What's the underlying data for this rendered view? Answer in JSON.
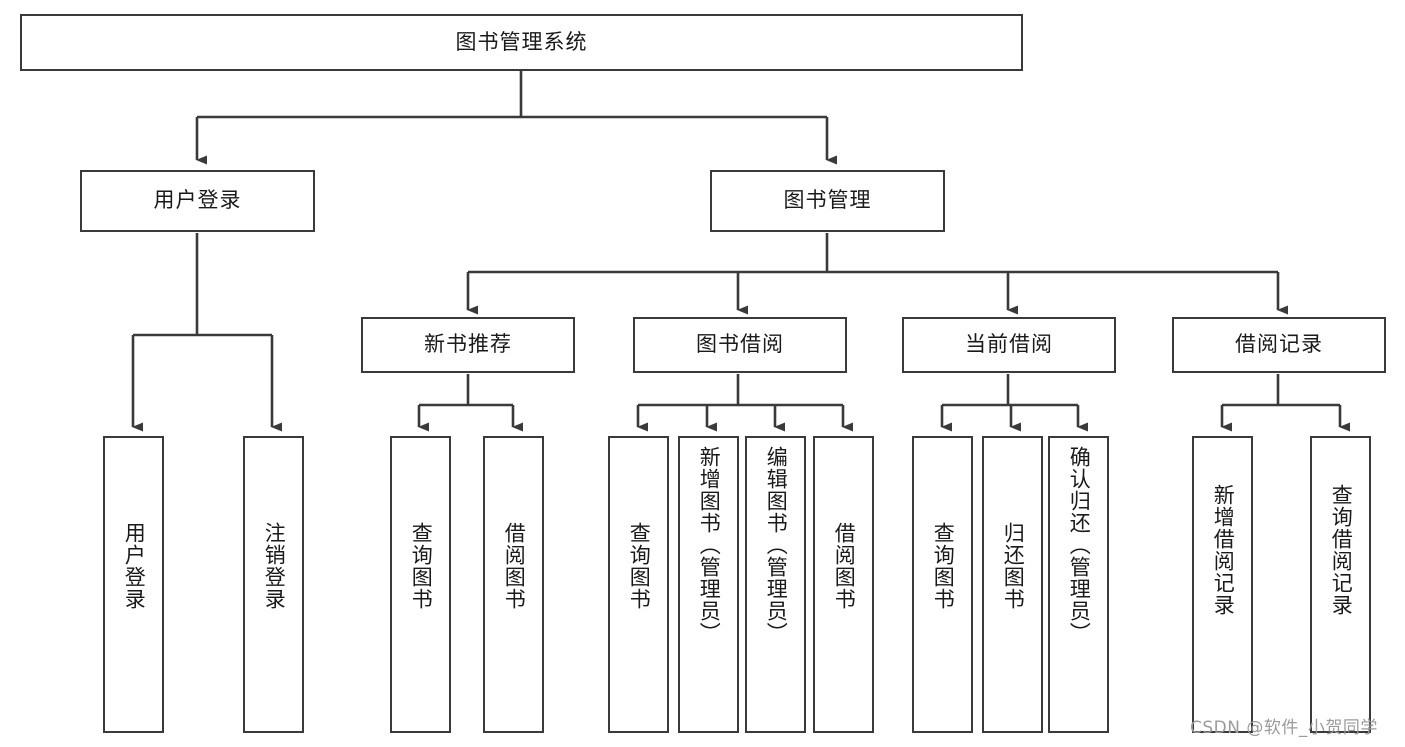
{
  "diagram": {
    "title": "图书管理系统",
    "watermark": "CSDN @软件_小贺同学",
    "colors": {
      "box_border": "#3a3a3a",
      "box_fill": "#ffffff",
      "edge": "#3a3a3a",
      "text": "#1a1a1a",
      "watermark": "#9b9b9b"
    },
    "levels": {
      "root": {
        "label": "图书管理系统"
      },
      "level2": [
        {
          "label": "用户登录"
        },
        {
          "label": "图书管理"
        }
      ],
      "level3": [
        {
          "label": "新书推荐"
        },
        {
          "label": "图书借阅"
        },
        {
          "label": "当前借阅"
        },
        {
          "label": "借阅记录"
        }
      ],
      "leaves": [
        {
          "label": "用户登录",
          "parent": "用户登录"
        },
        {
          "label": "注销登录",
          "parent": "用户登录"
        },
        {
          "label": "查询图书",
          "parent": "新书推荐"
        },
        {
          "label": "借阅图书",
          "parent": "新书推荐"
        },
        {
          "label": "查询图书",
          "parent": "图书借阅"
        },
        {
          "label": "新增图书（管理员）",
          "parent": "图书借阅"
        },
        {
          "label": "编辑图书（管理员）",
          "parent": "图书借阅"
        },
        {
          "label": "借阅图书",
          "parent": "图书借阅"
        },
        {
          "label": "查询图书",
          "parent": "当前借阅"
        },
        {
          "label": "归还图书",
          "parent": "当前借阅"
        },
        {
          "label": "确认归还（管理员）",
          "parent": "当前借阅"
        },
        {
          "label": "新增借阅记录",
          "parent": "借阅记录"
        },
        {
          "label": "查询借阅记录",
          "parent": "借阅记录"
        }
      ]
    }
  }
}
